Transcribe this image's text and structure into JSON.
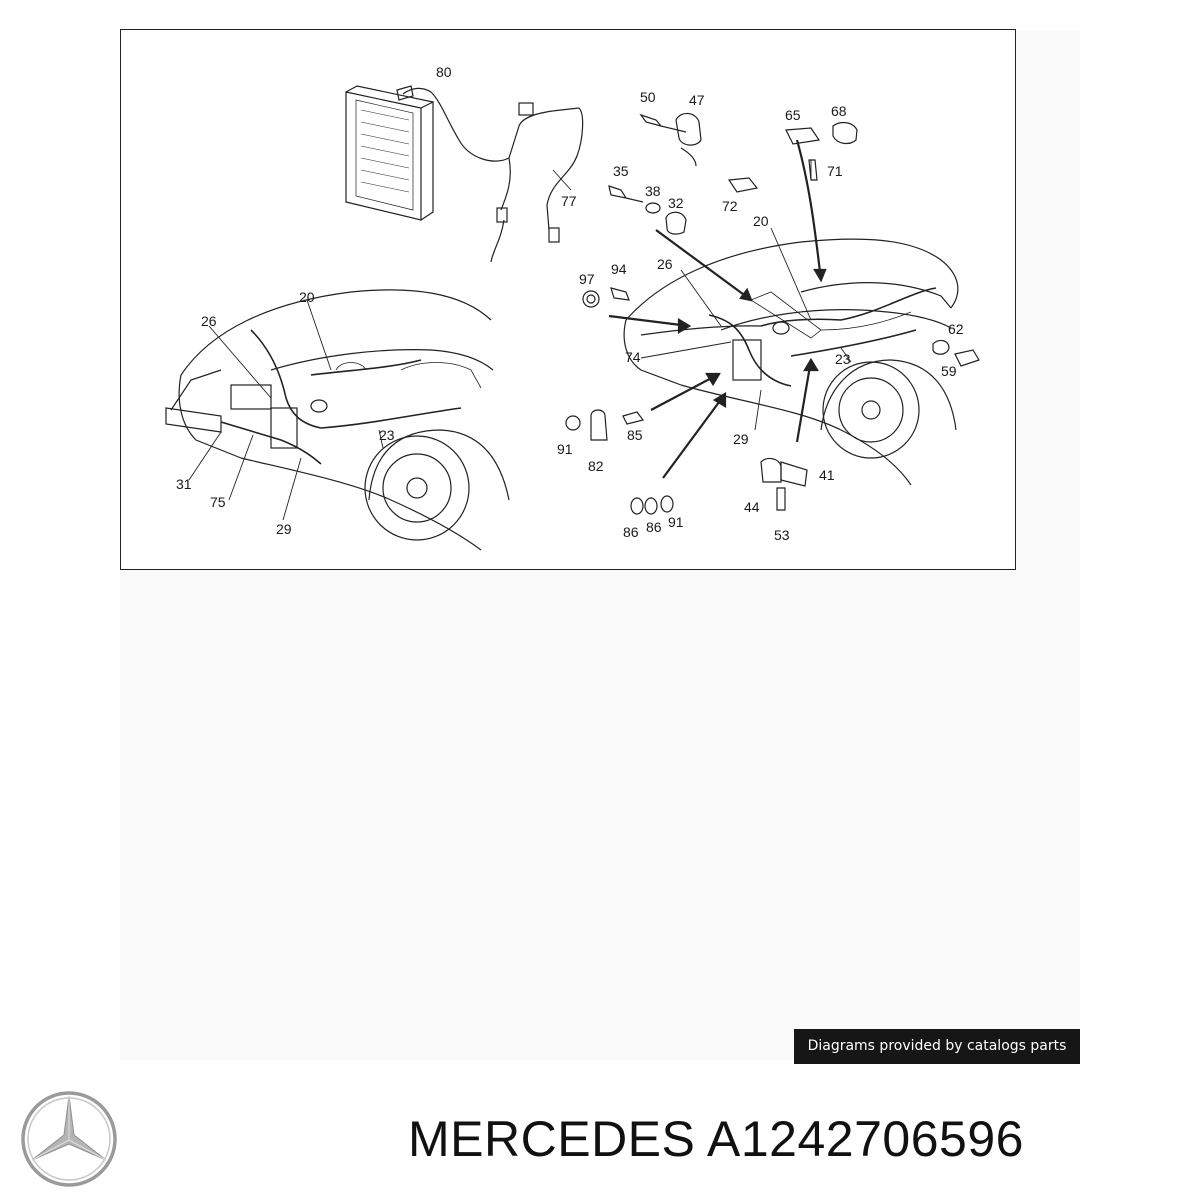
{
  "diagram": {
    "callouts": [
      "80",
      "50",
      "47",
      "65",
      "68",
      "35",
      "38",
      "32",
      "72",
      "71",
      "77",
      "20",
      "26",
      "94",
      "97",
      "74",
      "29",
      "23",
      "62",
      "59",
      "91",
      "85",
      "82",
      "41",
      "44",
      "53",
      "86",
      "86",
      "91",
      "26",
      "20",
      "23",
      "31",
      "75",
      "29"
    ]
  },
  "credit": {
    "text": "Diagrams provided by catalogs parts"
  },
  "product": {
    "brand": "MERCEDES",
    "part_number": "A1242706596"
  },
  "logo": {
    "icon": "mercedes-star-icon",
    "color": "#9a9a9a"
  }
}
